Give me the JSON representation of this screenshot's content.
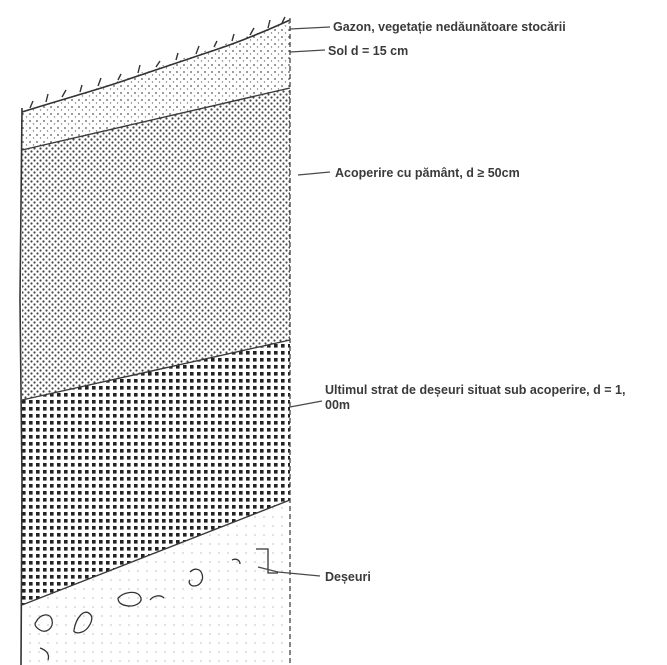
{
  "layers": [
    {
      "label": "Gazon, vegetație nedăunătoare stocării",
      "pattern": "grass-surface"
    },
    {
      "label": "Sol d = 15 cm",
      "pattern": "sparse-dots"
    },
    {
      "label": "Acoperire cu pământ, d ≥ 50cm",
      "pattern": "medium-dots"
    },
    {
      "label": "Ultimul strat de deșeuri situat sub acoperire, d = 1,00m",
      "pattern": "dense-grid"
    },
    {
      "label": "Deșeuri",
      "pattern": "debris"
    }
  ],
  "colors": {
    "ink": "#333333",
    "paper": "#ffffff"
  }
}
